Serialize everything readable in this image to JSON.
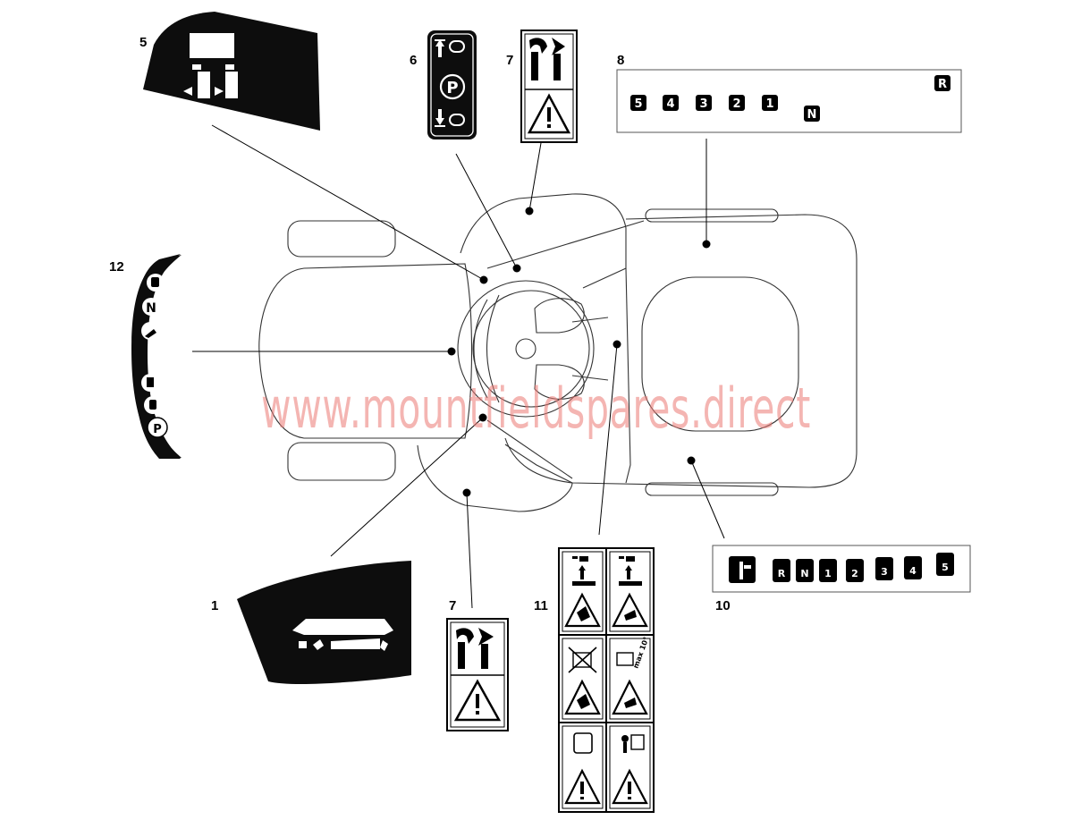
{
  "callouts": {
    "c1": "1",
    "c5": "5",
    "c6": "6",
    "c7a": "7",
    "c7b": "7",
    "c8": "8",
    "c10": "10",
    "c11": "11",
    "c12": "12"
  },
  "decals": {
    "gear_panel_8": {
      "gears": [
        "5",
        "4",
        "3",
        "2",
        "1",
        "N",
        "R"
      ]
    },
    "gear_panel_10": {
      "gears": [
        "R",
        "N",
        "1",
        "2",
        "3",
        "4",
        "5"
      ]
    },
    "switch_panel_12": {
      "symbols": [
        "N",
        "P"
      ]
    },
    "parking_6": {
      "symbols": [
        "P"
      ]
    },
    "warning_11": {
      "text": "max 10°"
    }
  },
  "watermark": "www.mountfieldspares.direct"
}
